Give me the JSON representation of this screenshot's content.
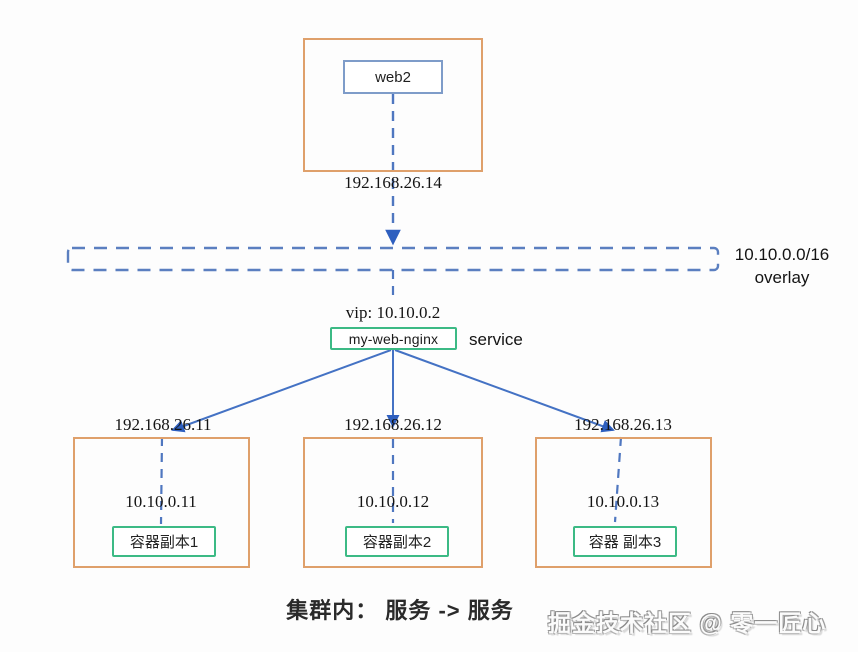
{
  "diagram": {
    "client_node": {
      "name": "web2",
      "host_ip": "192.168.26.14"
    },
    "overlay_network": {
      "cidr": "10.10.0.0/16",
      "label": "overlay"
    },
    "service": {
      "vip": "vip: 10.10.0.2",
      "name": "my-web-nginx",
      "role": "service"
    },
    "worker_nodes": [
      {
        "host_ip": "192.168.26.11",
        "container_ip": "10.10.0.11",
        "replica": "容器副本1"
      },
      {
        "host_ip": "192.168.26.12",
        "container_ip": "10.10.0.12",
        "replica": "容器副本2"
      },
      {
        "host_ip": "192.168.26.13",
        "container_ip": "10.10.0.13",
        "replica": "容器 副本3"
      }
    ],
    "caption": "集群内： 服务 -> 服务",
    "watermark": "掘金技术社区 @ 零一匠心"
  },
  "colors": {
    "orange_border": "#DFA06B",
    "blue_node_border": "#7E9CC9",
    "green_border": "#3CBA85",
    "solid_line_blue": "#4472C4",
    "dashed_line_blue": "#5B7FC0",
    "arrowhead_blue": "#2E5FBF"
  }
}
